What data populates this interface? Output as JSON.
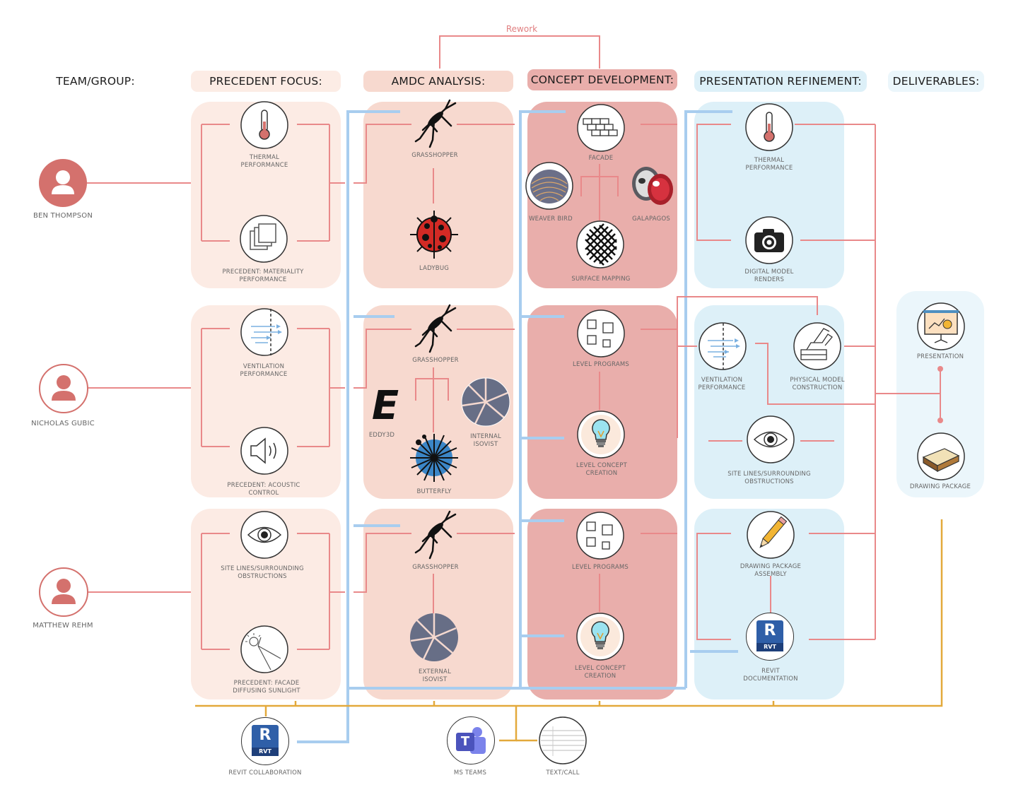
{
  "headers": {
    "team": "TEAM/GROUP:",
    "precedent": "PRECEDENT FOCUS:",
    "amdc": "AMDC ANALYSIS:",
    "concept": "CONCEPT DEVELOPMENT:",
    "presentation": "PRESENTATION REFINEMENT:",
    "deliverables": "DELIVERABLES:"
  },
  "rework_label": "Rework",
  "team": [
    "BEN THOMPSON",
    "NICHOLAS GUBIC",
    "MATTHEW REHM"
  ],
  "precedent": {
    "thermal": "THERMAL\nPERFORMANCE",
    "materiality": "PRECEDENT: MATERIALITY\nPERFORMANCE",
    "ventilation": "VENTILATION\nPERFORMANCE",
    "acoustic": "PRECEDENT: ACOUSTIC\nCONTROL",
    "sitelines": "SITE LINES/SURROUNDING\nOBSTRUCTIONS",
    "facade": "PRECEDENT: FACADE\nDIFFUSING SUNLIGHT"
  },
  "amdc": {
    "grasshopper1": "GRASSHOPPER",
    "ladybug": "LADYBUG",
    "grasshopper2": "GRASSHOPPER",
    "eddy3d": "EDDY3D",
    "internal_isovist": "INTERNAL\nISOVIST",
    "butterfly": "BUTTERFLY",
    "grasshopper3": "GRASSHOPPER",
    "external_isovist": "EXTERNAL\nISOVIST"
  },
  "concept": {
    "facade": "FACADE",
    "weaver": "WEAVER BIRD",
    "galapagos": "GALAPAGOS",
    "surface": "SURFACE MAPPING",
    "level1": "LEVEL PROGRAMS",
    "concept1": "LEVEL CONCEPT\nCREATION",
    "level2": "LEVEL PROGRAMS",
    "concept2": "LEVEL CONCEPT\nCREATION"
  },
  "presentation": {
    "thermal": "THERMAL\nPERFORMANCE",
    "digital": "DIGITAL MODEL\nRENDERS",
    "ventilation": "VENTILATION\nPERFORMANCE",
    "physical": "PHYSICAL MODEL\nCONSTRUCTION",
    "sitelines": "SITE LINES/SURROUNDING\nOBSTRUCTIONS",
    "drawing": "DRAWING PACKAGE\nASSEMBLY",
    "revit": "REVIT\nDOCUMENTATION"
  },
  "deliverables": {
    "presentation": "PRESENTATION",
    "drawing": "DRAWING PACKAGE"
  },
  "tools": {
    "revit": "REVIT COLLABORATION",
    "teams": "MS TEAMS",
    "text": "TEXT/CALL"
  },
  "icon_text": {
    "rvt": "RVT",
    "r": "R",
    "eddy": "E",
    "teams_t": "T"
  },
  "colors": {
    "red_line": "#e9898a",
    "blue_line": "#a8cdef",
    "gold_line": "#e3a93b",
    "avatar": "#d4716d"
  }
}
